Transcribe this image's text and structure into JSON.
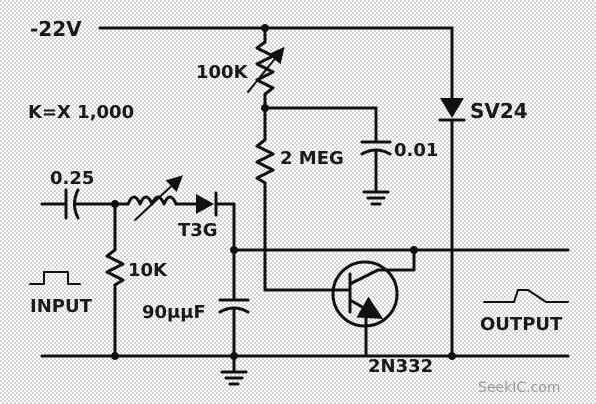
{
  "labels": {
    "supply": "-22V",
    "multiplier": "K=X 1,000",
    "r_100k": "100K",
    "r_2meg": "2 MEG",
    "c_001": "0.01",
    "diode_sv24": "SV24",
    "c_025": "0.25",
    "diode_t3g": "T3G",
    "r_10k": "10K",
    "c_90uuf": "90μμF",
    "input": "INPUT",
    "output": "OUTPUT",
    "transistor": "2N332"
  },
  "watermark": "SeekIC.com",
  "colors": {
    "ink": "#111111",
    "paper": "#ffffff",
    "watermark": "#9a9a9a"
  }
}
